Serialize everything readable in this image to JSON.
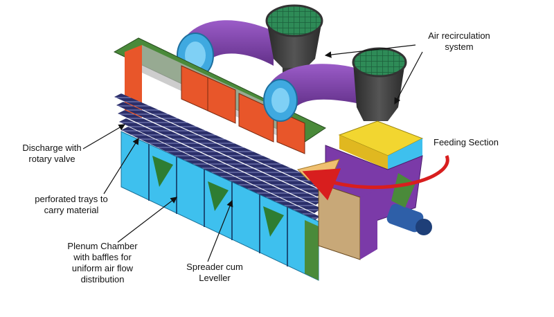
{
  "labels": {
    "air_recirculation": {
      "line1": "Air recirculation",
      "line2": "system"
    },
    "feeding_section": {
      "line1": "Feeding Section"
    },
    "discharge": {
      "line1": "Discharge with",
      "line2": "rotary valve"
    },
    "perforated_trays": {
      "line1": "perforated trays to",
      "line2": "carry material"
    },
    "plenum_chamber": {
      "line1": "Plenum Chamber",
      "line2": "with baffles for",
      "line3": "uniform air flow",
      "line4": "distribution"
    },
    "spreader": {
      "line1": "Spreader cum",
      "line2": "Leveller"
    }
  },
  "colors": {
    "duct": "#7b3aa8",
    "duct_dark": "#5a2a80",
    "collar": "#3fa9e0",
    "hopper": "#3a3a3a",
    "grille": "#2e8b57",
    "frame_green": "#4a8a3a",
    "panel_orange": "#e8562a",
    "plenum_blue": "#3ec0ee",
    "feeder_yellow": "#f2d630",
    "motor": "#2e5fa8",
    "arrow_red": "#d81e1e",
    "trays": "#2b2f6a"
  }
}
